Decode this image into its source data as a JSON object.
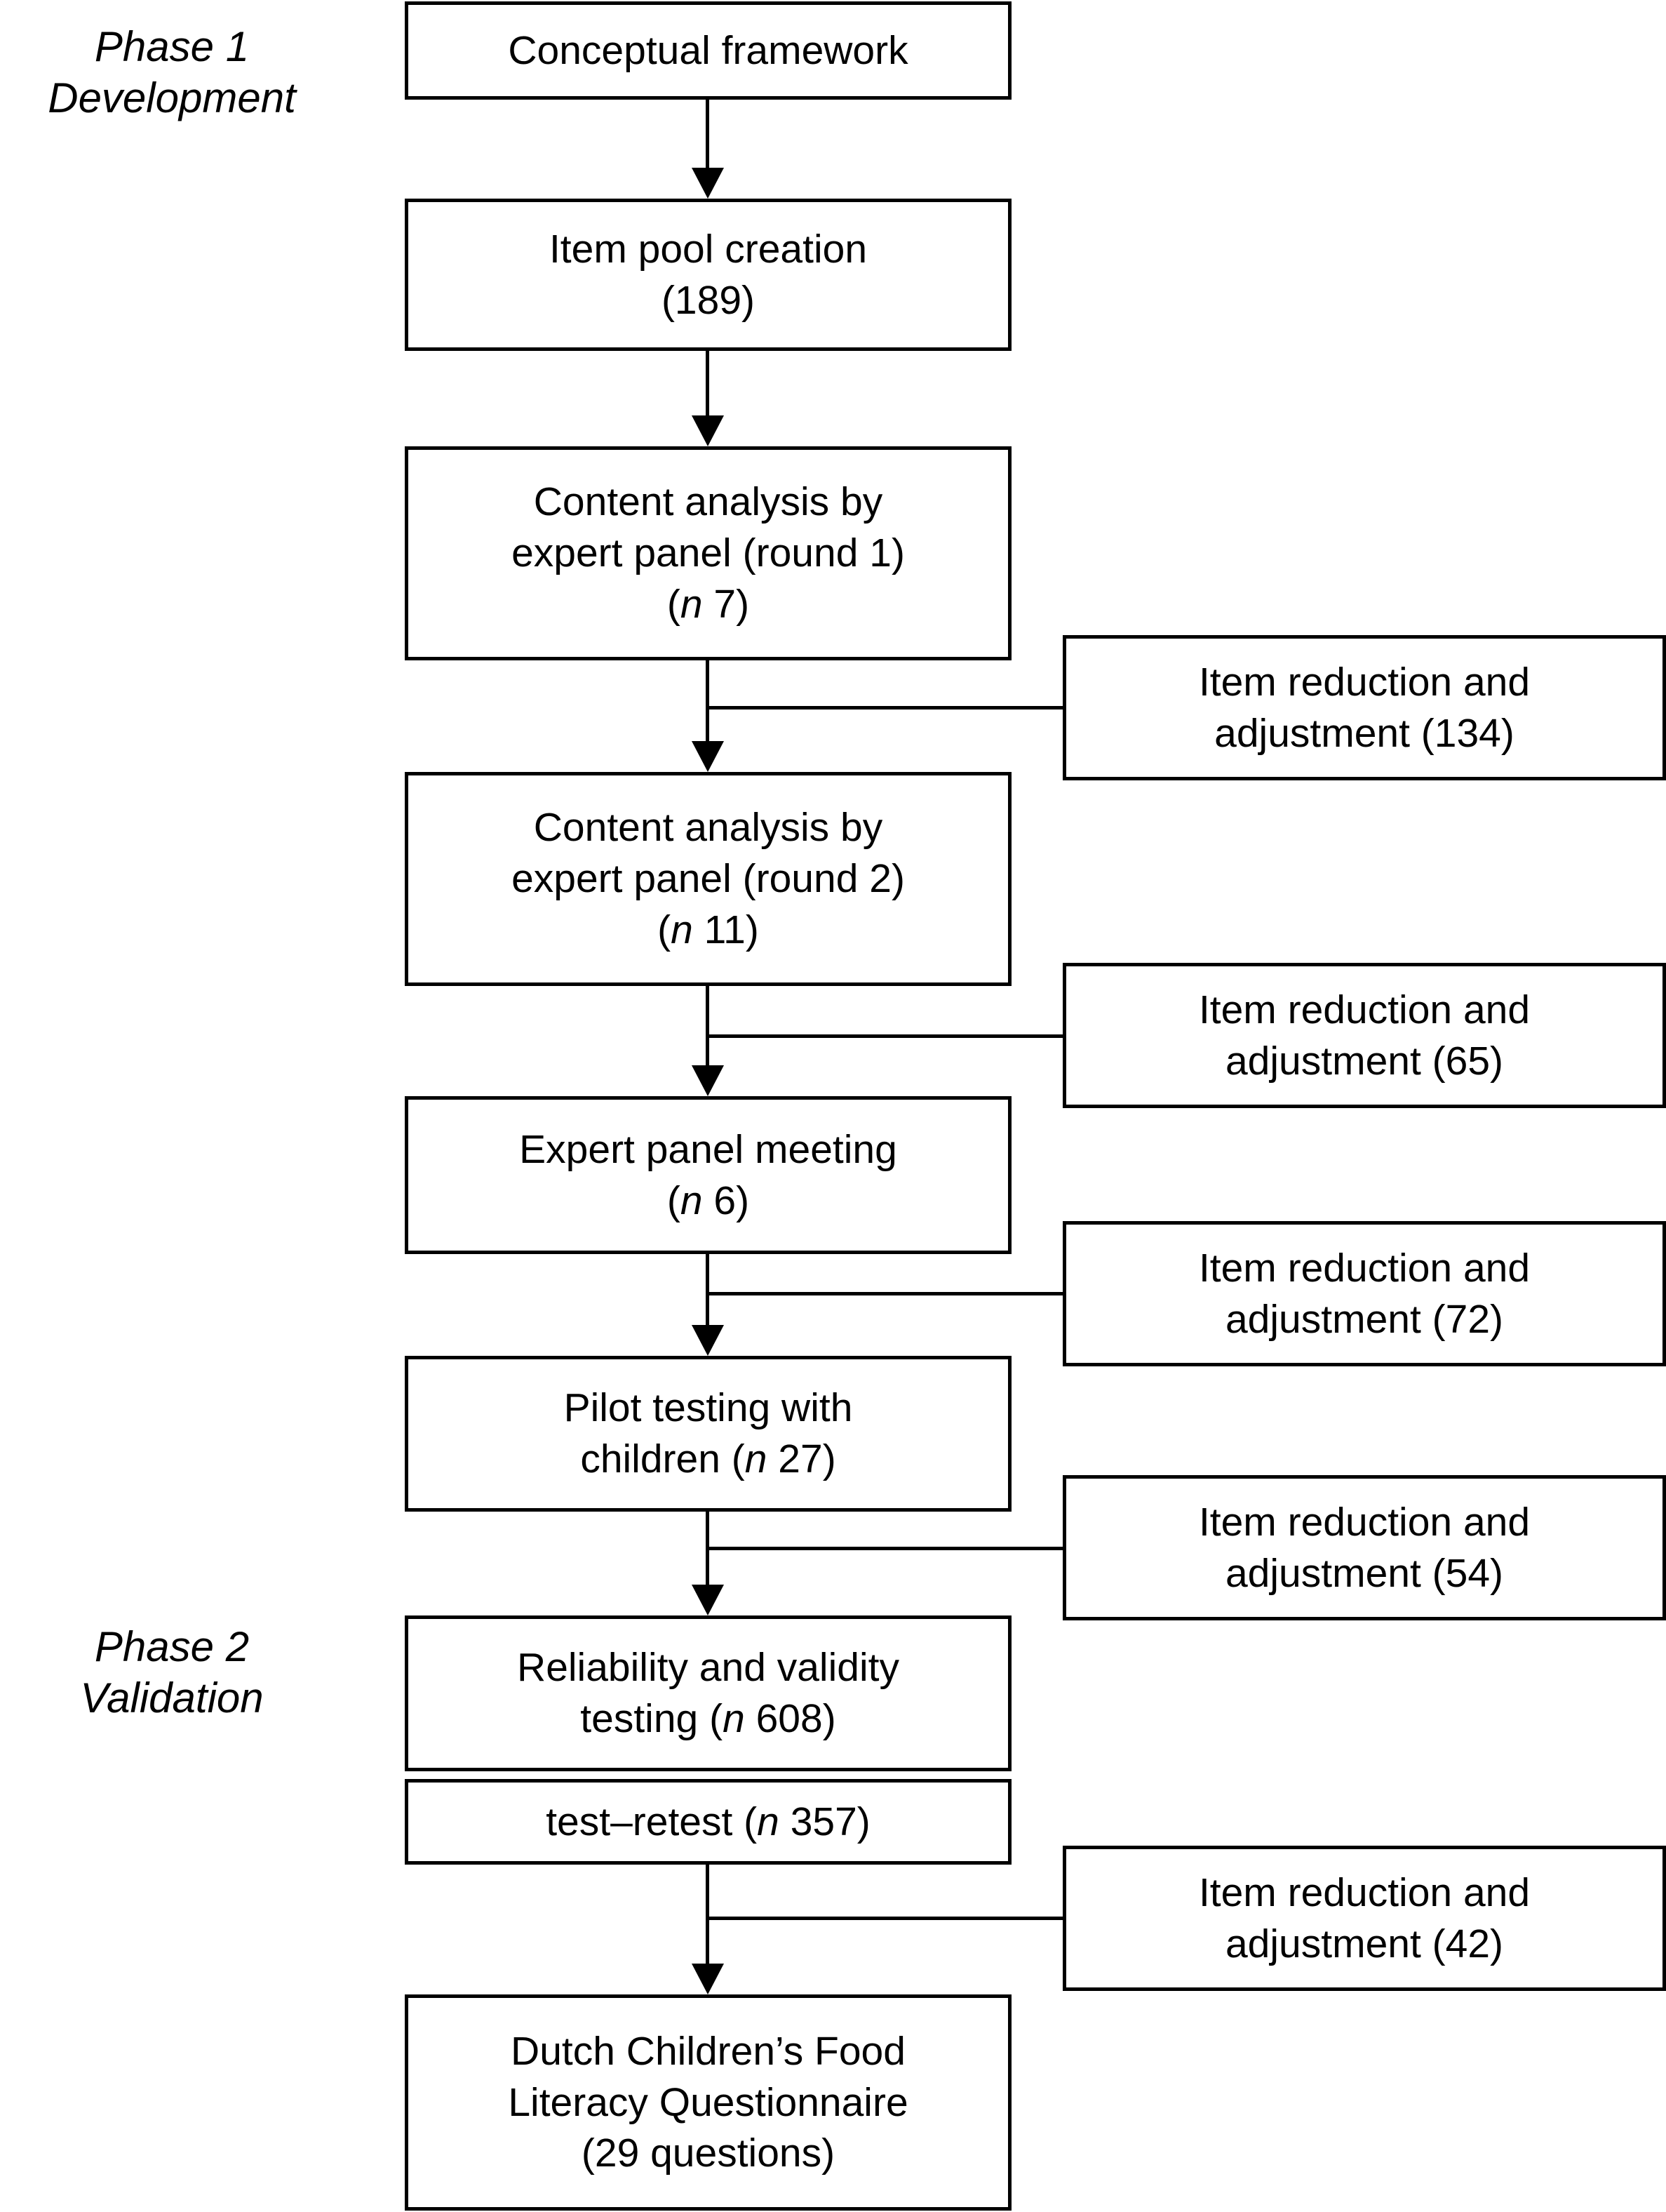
{
  "figure": {
    "type": "flowchart",
    "orientation": "vertical",
    "background_color": "#ffffff",
    "line_color": "#000000",
    "text_color": "#000000"
  },
  "phases": [
    {
      "id": "phase-1",
      "line1": "Phase 1",
      "line2": "Development",
      "text": "Phase 1\nDevelopment"
    },
    {
      "id": "phase-2",
      "line1": "Phase 2",
      "line2": "Validation",
      "text": "Phase 2\nValidation"
    }
  ],
  "main_nodes": [
    {
      "id": "conceptual-framework",
      "lines": [
        "Conceptual framework"
      ],
      "html": "Conceptual framework",
      "count": null
    },
    {
      "id": "item-pool-creation",
      "lines": [
        "Item pool creation",
        "(189)"
      ],
      "html": "Item pool creation<br>(189)",
      "count": 189
    },
    {
      "id": "content-analysis-round-1",
      "lines": [
        "Content analysis by",
        "expert panel (round 1)",
        "(n 7)"
      ],
      "html": "Content analysis by<br>expert panel (round 1)<br>(<em>n</em> 7)",
      "n": 7
    },
    {
      "id": "content-analysis-round-2",
      "lines": [
        "Content analysis by",
        "expert panel (round 2)",
        "(n 11)"
      ],
      "html": "Content analysis by<br>expert panel (round 2)<br>(<em>n</em> 11)",
      "n": 11
    },
    {
      "id": "expert-panel-meeting",
      "lines": [
        "Expert panel meeting",
        "(n 6)"
      ],
      "html": "Expert panel meeting<br>(<em>n</em> 6)",
      "n": 6
    },
    {
      "id": "pilot-testing",
      "lines": [
        "Pilot testing with",
        "children (n 27)"
      ],
      "html": "Pilot testing with<br>children (<em>n</em> 27)",
      "n": 27
    },
    {
      "id": "reliability-validity-testing",
      "lines": [
        "Reliability and validity",
        "testing (n 608)"
      ],
      "html": "Reliability and validity<br>testing (<em>n</em> 608)",
      "n": 608
    },
    {
      "id": "test-retest",
      "lines": [
        "test–retest (n 357)"
      ],
      "html": "test–retest (<em>n</em> 357)",
      "n": 357
    },
    {
      "id": "final-questionnaire",
      "lines": [
        "Dutch Children’s Food",
        "Literacy Questionnaire",
        "(29 questions)"
      ],
      "html": "Dutch Children’s Food<br>Literacy Questionnaire<br>(29 questions)",
      "questions": 29
    }
  ],
  "side_nodes": [
    {
      "id": "item-reduction-134",
      "lines": [
        "Item reduction and",
        "adjustment (134)"
      ],
      "html": "Item reduction and<br>adjustment (134)",
      "count": 134
    },
    {
      "id": "item-reduction-65",
      "lines": [
        "Item reduction and",
        "adjustment (65)"
      ],
      "html": "Item reduction and<br>adjustment (65)",
      "count": 65
    },
    {
      "id": "item-reduction-72",
      "lines": [
        "Item reduction and",
        "adjustment (72)"
      ],
      "html": "Item reduction and<br>adjustment (72)",
      "count": 72
    },
    {
      "id": "item-reduction-54",
      "lines": [
        "Item reduction and",
        "adjustment (54)"
      ],
      "html": "Item reduction and<br>adjustment (54)",
      "count": 54
    },
    {
      "id": "item-reduction-42",
      "lines": [
        "Item reduction and",
        "adjustment (42)"
      ],
      "html": "Item reduction and<br>adjustment (42)",
      "count": 42
    }
  ],
  "flow_sequence": [
    "conceptual-framework",
    "item-pool-creation",
    "content-analysis-round-1",
    "content-analysis-round-2",
    "expert-panel-meeting",
    "pilot-testing",
    "reliability-validity-testing",
    "test-retest",
    "final-questionnaire"
  ],
  "side_attachments": [
    {
      "from": "content-analysis-round-1",
      "to": "item-reduction-134"
    },
    {
      "from": "content-analysis-round-2",
      "to": "item-reduction-65"
    },
    {
      "from": "expert-panel-meeting",
      "to": "item-reduction-72"
    },
    {
      "from": "pilot-testing",
      "to": "item-reduction-54"
    },
    {
      "from": "test-retest",
      "to": "item-reduction-42"
    }
  ]
}
